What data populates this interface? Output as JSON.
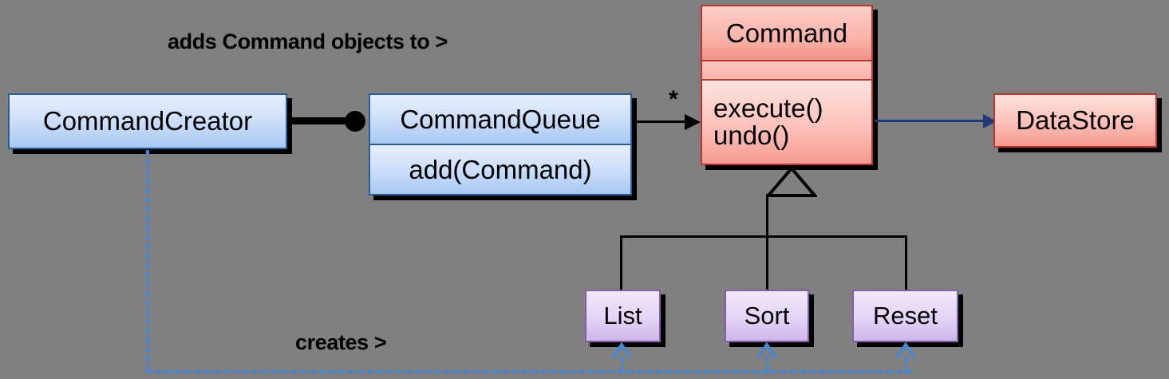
{
  "diagram": {
    "kind": "uml-class-diagram",
    "background_color": "#808080",
    "labels": {
      "adds_to": "adds Command objects to >",
      "creates": "creates >",
      "multiplicity_many": "*"
    },
    "classes": {
      "command_creator": {
        "name": "CommandCreator",
        "color": "#a9c8f2",
        "border_color": "#2e5c96"
      },
      "command_queue": {
        "name": "CommandQueue",
        "operation": "add(Command)",
        "color": "#a9c8f2",
        "border_color": "#2e5c96"
      },
      "command": {
        "name": "Command",
        "attributes": "",
        "operation_1": "execute()",
        "operation_2": "undo()",
        "color": "#f59a90",
        "border_color": "#b5392f"
      },
      "data_store": {
        "name": "DataStore",
        "color": "#f59a90",
        "border_color": "#b5392f"
      },
      "list": {
        "name": "List",
        "color": "#cdb6e8",
        "border_color": "#7f5fa8"
      },
      "sort": {
        "name": "Sort",
        "color": "#cdb6e8",
        "border_color": "#7f5fa8"
      },
      "reset": {
        "name": "Reset",
        "color": "#cdb6e8",
        "border_color": "#7f5fa8"
      }
    },
    "relations": {
      "composition_creator_queue": "CommandCreator composes CommandQueue",
      "association_queue_command": "CommandQueue -> Command (*)",
      "association_command_datastore": "Command -> DataStore",
      "generalization_list": "List extends Command",
      "generalization_sort": "Sort extends Command",
      "generalization_reset": "Reset extends Command",
      "dependency_creates_list": "CommandCreator creates List",
      "dependency_creates_sort": "CommandCreator creates Sort",
      "dependency_creates_reset": "CommandCreator creates Reset"
    },
    "accent_colors": {
      "dependency_blue": "#4a86d0",
      "association_navy": "#1f3a76",
      "line_black": "#000000"
    }
  }
}
